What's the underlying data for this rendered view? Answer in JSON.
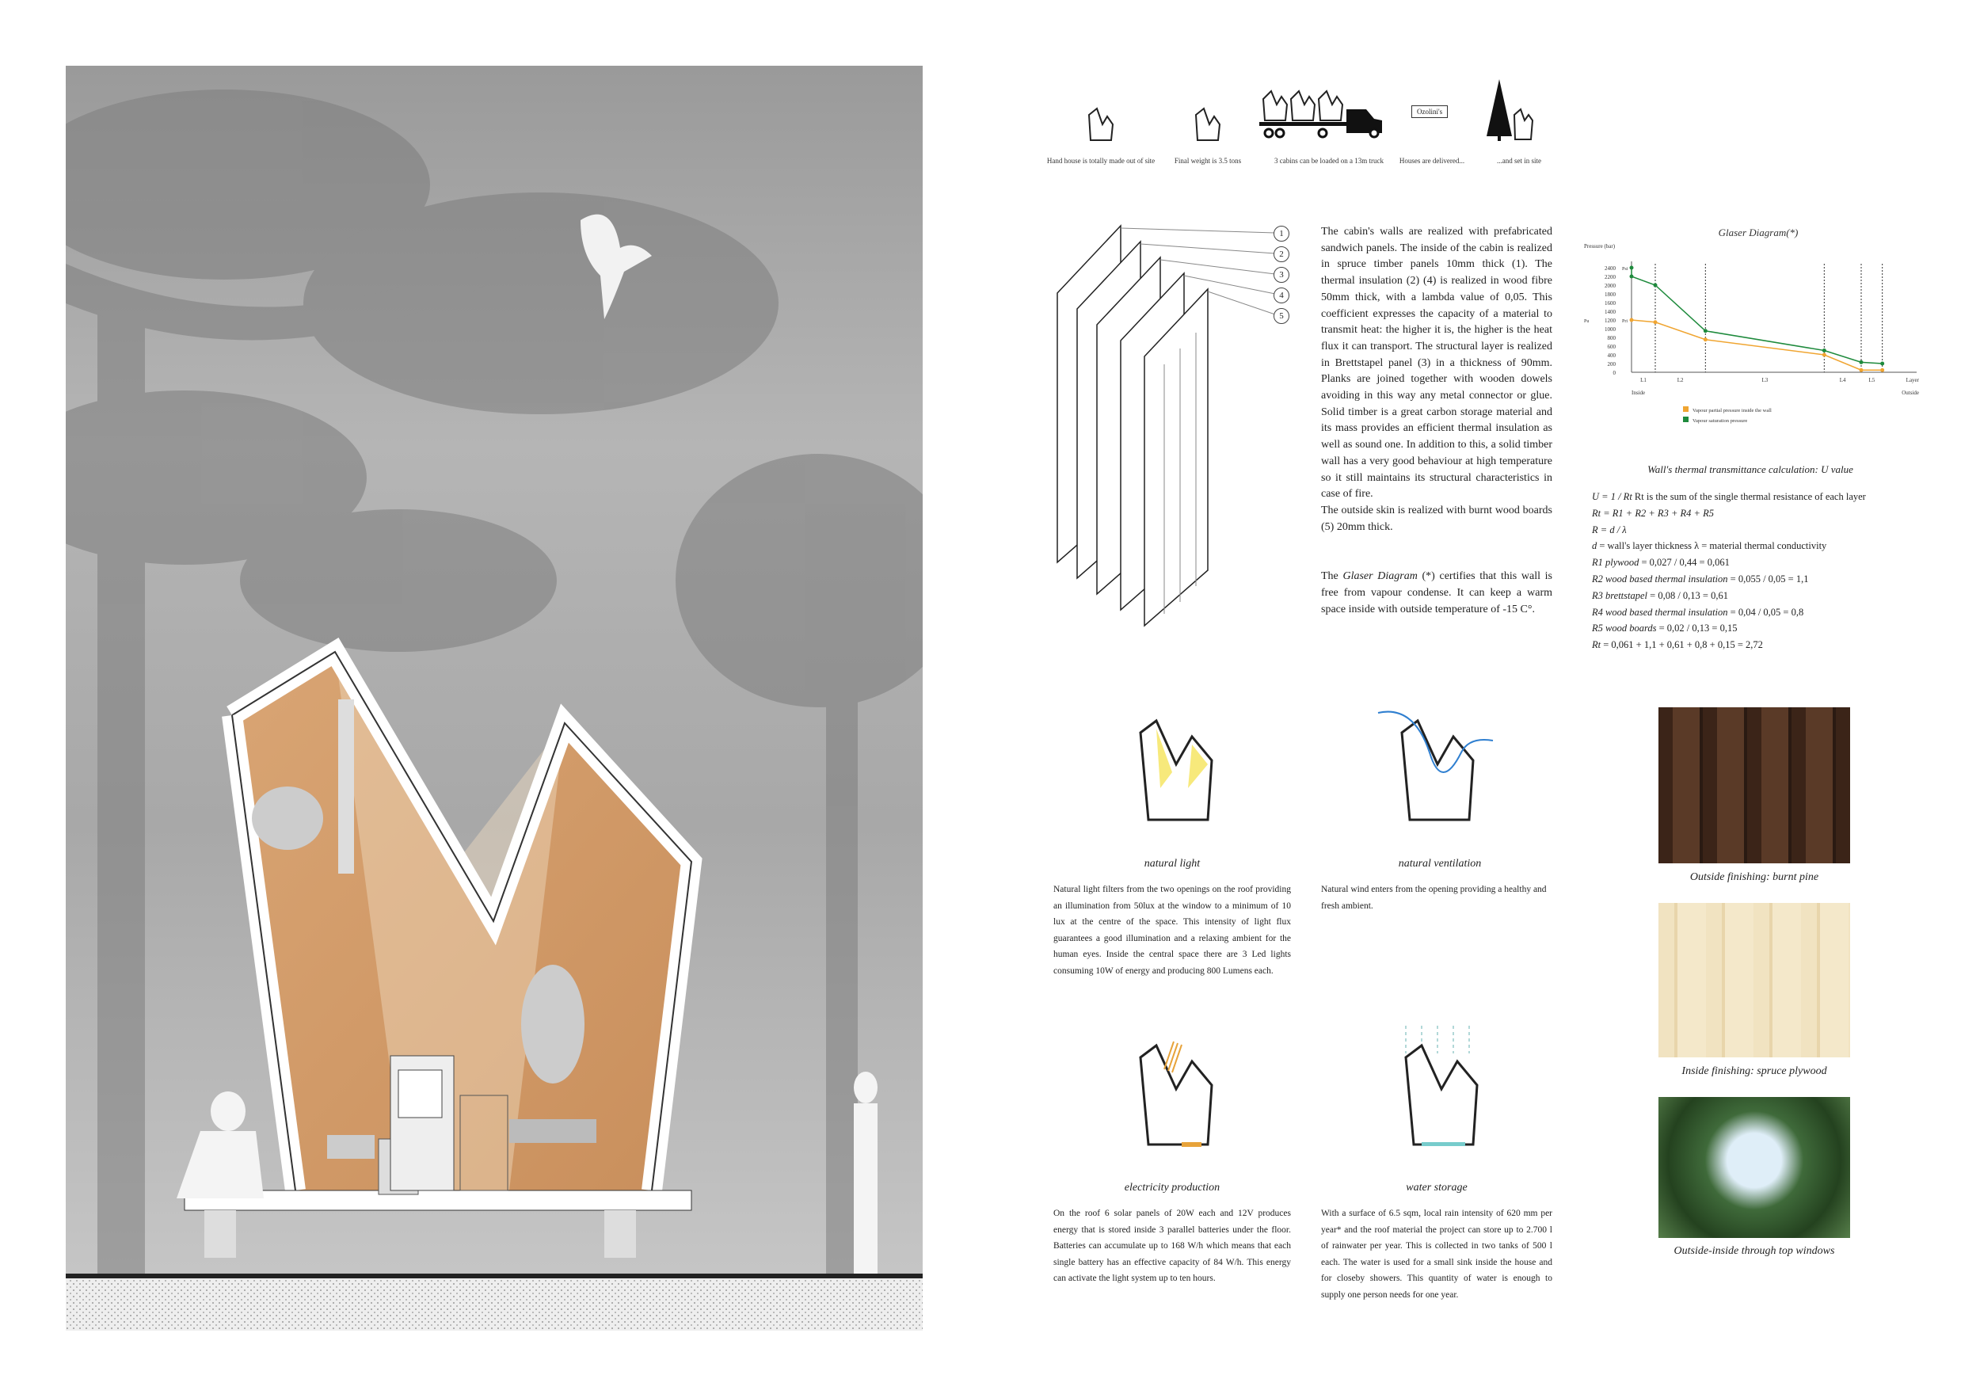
{
  "steps": [
    {
      "caption": "Hand house is totally made out of site"
    },
    {
      "caption": "Final weight is 3.5 tons"
    },
    {
      "caption": "3 cabins can be loaded on a 13m truck"
    },
    {
      "caption": "Houses are delivered..."
    },
    {
      "caption": "...and set in site"
    }
  ],
  "delivery_sign": "Ozolini's",
  "wall_layers": [
    "1",
    "2",
    "3",
    "4",
    "5"
  ],
  "wall_text": {
    "p1": "The cabin's walls are realized with prefabricated sandwich panels. The inside of the cabin is realized in spruce timber panels 10mm thick (1). The thermal insulation (2) (4) is realized in wood fibre 50mm thick, with a lambda value of 0,05. This coefficient expresses the capacity of a material to transmit heat: the higher it is, the higher is the heat flux it can transport. The structural layer is realized in Brettstapel panel (3) in a thickness of 90mm. Planks are joined together with wooden dowels avoiding in this way any metal connector or glue. Solid timber is a great carbon storage material and its mass provides an efficient thermal insulation as well as sound one. In addition to this, a solid timber wall has a very good behaviour at high temperature so it still maintains its structural characteristics in case of fire.",
    "p2": "The outside skin is realized with burnt wood boards (5) 20mm thick.",
    "p3_pre": "The ",
    "p3_em": "Glaser Diagram",
    "p3_post": " (*) certifies that this wall is free from vapour condense. It can keep a warm space inside with outside temperature of -15 C°."
  },
  "chart_data": {
    "type": "line",
    "title": "Glaser Diagram(*)",
    "ylabel": "Pressure (bar)",
    "xlabel": "Layer",
    "ylim": [
      0,
      2400
    ],
    "yticks": [
      0,
      200,
      400,
      600,
      800,
      1000,
      1200,
      1400,
      1600,
      1800,
      2000,
      2200,
      2400
    ],
    "x_boundaries": [
      0,
      0.09,
      0.28,
      0.73,
      0.87,
      0.95
    ],
    "xlim": [
      0,
      1.05
    ],
    "layer_labels": [
      "L1",
      "L2",
      "L3",
      "L4",
      "L5"
    ],
    "inside_label": "Inside",
    "outside_label": "Outside",
    "annotations": {
      "psi": "Psi",
      "pu": "Pu",
      "pri": "Pri"
    },
    "series": [
      {
        "name": "Vapour partial pressure inside the wall",
        "color": "#f0a531",
        "x": [
          0,
          0.09,
          0.28,
          0.73,
          0.87,
          0.95
        ],
        "values": [
          1200,
          1150,
          750,
          400,
          50,
          50
        ]
      },
      {
        "name": "Vapour saturation pressure",
        "color": "#1e8a3c",
        "x": [
          0,
          0,
          0.09,
          0.28,
          0.73,
          0.87,
          0.95
        ],
        "values": [
          2400,
          2200,
          2000,
          950,
          500,
          230,
          200
        ]
      }
    ],
    "legend": "bottom"
  },
  "uvalue": {
    "title": "Wall's thermal transmittance calculation: U value",
    "l1a": "U = 1 / Rt",
    "l1b": " Rt is the sum of the single thermal resistance of each layer",
    "l2": "Rt = R1 + R2 + R3 + R4 + R5",
    "l3": "R = d / λ",
    "l4a": "d",
    "l4b": " = wall's layer thickness     λ = material thermal conductivity",
    "rows": [
      {
        "name": "R1 plywood",
        "calc": " = 0,027 / 0,44 = 0,061"
      },
      {
        "name": "R2  wood based thermal insulation",
        "calc": " = 0,055 / 0,05 = 1,1"
      },
      {
        "name": "R3 brettstapel",
        "calc": " = 0,08 / 0,13 = 0,61"
      },
      {
        "name": "R4 wood based thermal insulation",
        "calc": " = 0,04 / 0,05 = 0,8"
      },
      {
        "name": "R5 wood boards",
        "calc": " = 0,02 / 0,13 = 0,15"
      },
      {
        "name": "Rt",
        "calc": " = 0,061 + 1,1 + 0,61 + 0,8 + 0,15 = 2,72"
      }
    ]
  },
  "features": {
    "light": {
      "title": "natural light",
      "text": "Natural light filters from the two openings on the roof providing an illumination from 50lux at the window to a minimum of 10 lux at the centre of the space. This intensity of light flux guarantees a good illumination and a relaxing ambient for the human eyes. Inside the central space there are 3 Led lights consuming 10W of energy and producing 800 Lumens each."
    },
    "ventilation": {
      "title": "natural ventilation",
      "text": "Natural wind enters from the opening providing a healthy and fresh ambient."
    },
    "electricity": {
      "title": "electricity production",
      "text": "On the roof 6 solar panels of 20W each and 12V produces energy that is stored inside 3 parallel batteries  under the floor. Batteries can accumulate up to 168 W/h which means that each single battery has an effective capacity of 84 W/h. This energy can activate the light system up to ten hours."
    },
    "water": {
      "title": "water storage",
      "text": "With a surface of 6.5 sqm, local rain intensity of 620 mm per year* and the roof material the project can store up to 2.700 l of rainwater per year. This is collected in two tanks of 500 l each. The water is used for a small sink inside the house and for closeby showers. This quantity of water is enough to supply one person needs for one year."
    }
  },
  "photos": [
    {
      "caption": "Outside finishing: burnt pine"
    },
    {
      "caption": "Inside finishing: spruce plywood"
    },
    {
      "caption": "Outside-inside through top windows"
    }
  ]
}
